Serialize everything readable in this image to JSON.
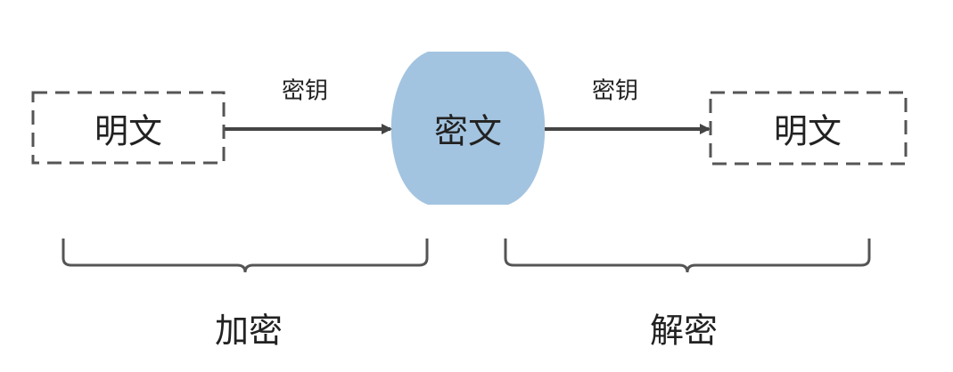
{
  "nodes": {
    "plaintext_left": "明文",
    "ciphertext": "密文",
    "plaintext_right": "明文"
  },
  "edges": {
    "key_left": "密钥",
    "key_right": "密钥"
  },
  "groups": {
    "encrypt": "加密",
    "decrypt": "解密"
  },
  "colors": {
    "ciphertext_fill": "#a3c4e0",
    "stroke": "#444444"
  }
}
